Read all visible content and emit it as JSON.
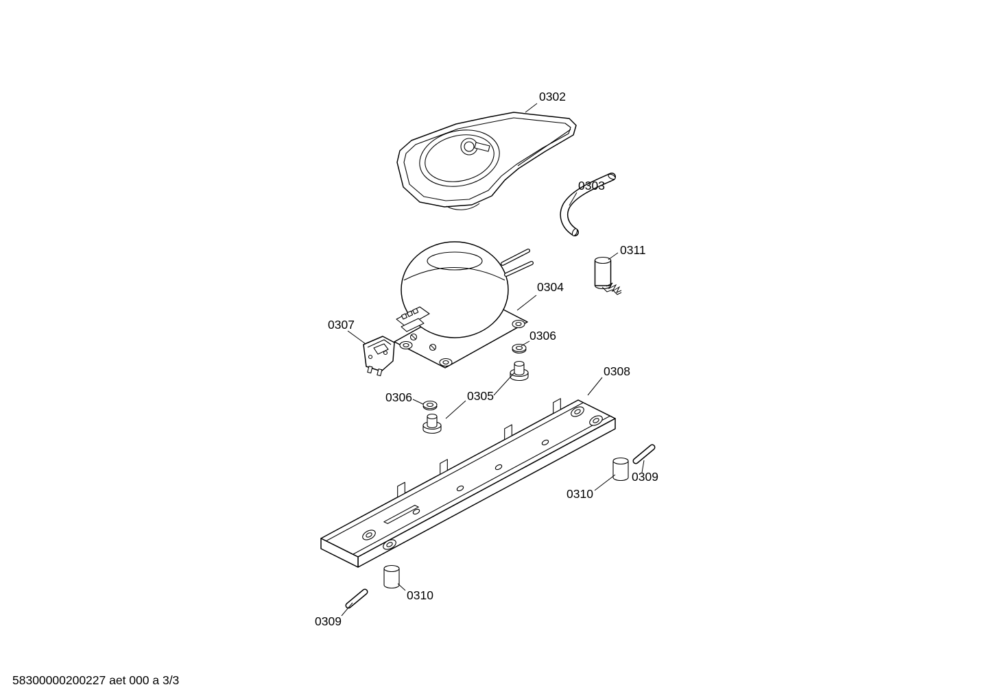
{
  "page": {
    "background": "#ffffff",
    "line_color": "#000000",
    "footer": "58300000200227 aet 000 a 3/3"
  },
  "parts": {
    "drip_tray": {
      "label": "0302"
    },
    "hose": {
      "label": "0303"
    },
    "compressor": {
      "label": "0304"
    },
    "mount_grommet": {
      "label": "0305"
    },
    "washer": {
      "label": "0306"
    },
    "starter_relay": {
      "label": "0307"
    },
    "mounting_rail": {
      "label": "0308"
    },
    "pin": {
      "label": "0309"
    },
    "spacer": {
      "label": "0310"
    },
    "capacitor": {
      "label": "0311"
    }
  }
}
